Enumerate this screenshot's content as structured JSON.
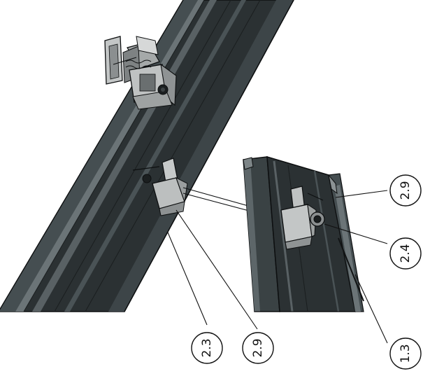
{
  "callouts": [
    {
      "id": "c1",
      "label": "2.9"
    },
    {
      "id": "c2",
      "label": "2.4"
    },
    {
      "id": "c3",
      "label": "1.3"
    },
    {
      "id": "c4",
      "label": "2.3"
    },
    {
      "id": "c5",
      "label": "2.9"
    }
  ],
  "colors": {
    "rail_dark": "#2b3133",
    "rail_mid": "#3a4244",
    "rail_light": "#5d6669",
    "clamp_metal": "#b9bcbc",
    "outline": "#0d0f10"
  }
}
